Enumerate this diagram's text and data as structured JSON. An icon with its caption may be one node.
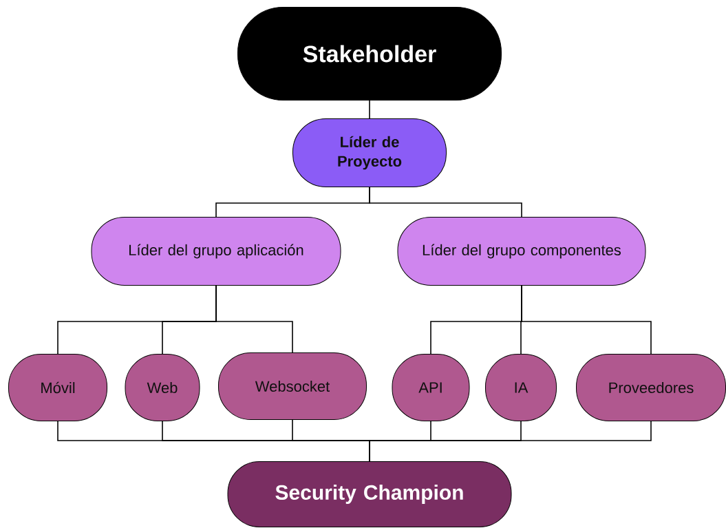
{
  "diagram": {
    "nodes": [
      {
        "text": [
          "Stakeholder"
        ]
      },
      {
        "text": [
          "Líder de Proyecto"
        ]
      },
      {
        "text": [
          "Líder del grupo aplicación"
        ]
      },
      {
        "text": [
          "Líder del grupo componentes"
        ]
      },
      {
        "text": [
          "Móvil"
        ]
      },
      {
        "text": [
          "Web"
        ]
      },
      {
        "text": [
          "Websocket"
        ]
      },
      {
        "text": [
          "API"
        ]
      },
      {
        "text": [
          "IA"
        ]
      },
      {
        "text": [
          "Proveedores"
        ]
      },
      {
        "text": [
          "Security Champion"
        ]
      }
    ],
    "edges": [
      {
        "from": 0,
        "to": 1,
        "arrow": "none"
      },
      {
        "from": 1,
        "to": 2,
        "arrow": "none"
      },
      {
        "from": 1,
        "to": 3,
        "arrow": "none"
      },
      {
        "from": 2,
        "to": 4,
        "arrow": "none"
      },
      {
        "from": 2,
        "to": 5,
        "arrow": "none"
      },
      {
        "from": 2,
        "to": 6,
        "arrow": "none"
      },
      {
        "from": 3,
        "to": 7,
        "arrow": "none"
      },
      {
        "from": 3,
        "to": 8,
        "arrow": "none"
      },
      {
        "from": 3,
        "to": 9,
        "arrow": "none"
      },
      {
        "from": 4,
        "to": 10,
        "arrow": "none"
      },
      {
        "from": 5,
        "to": 10,
        "arrow": "none"
      },
      {
        "from": 6,
        "to": 10,
        "arrow": "none"
      },
      {
        "from": 7,
        "to": 10,
        "arrow": "none"
      },
      {
        "from": 8,
        "to": 10,
        "arrow": "none"
      },
      {
        "from": 9,
        "to": 10,
        "arrow": "none"
      }
    ]
  }
}
